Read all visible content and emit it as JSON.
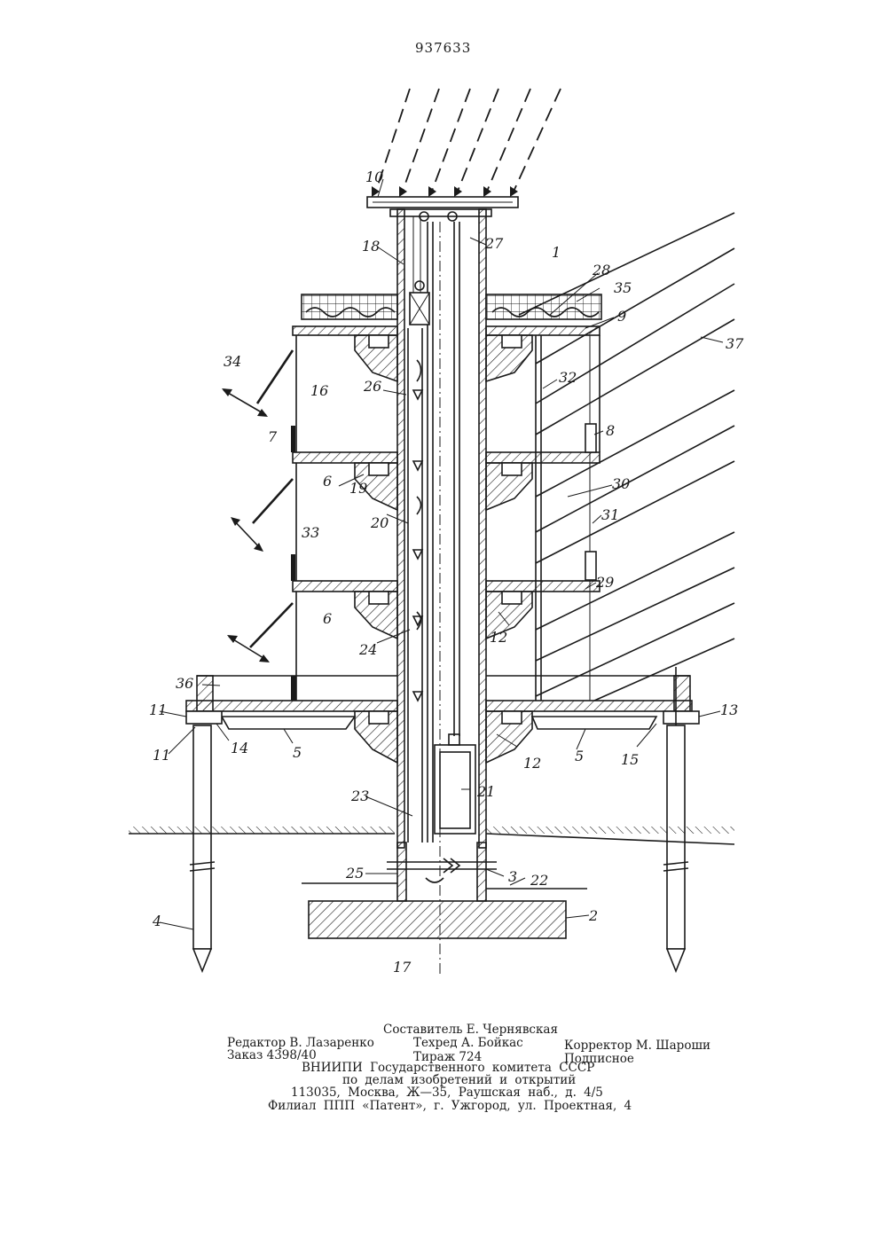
{
  "patent_number": "937633",
  "figure_labels": [
    "1",
    "2",
    "3",
    "4",
    "5",
    "5",
    "6",
    "6",
    "7",
    "8",
    "9",
    "10",
    "11",
    "11",
    "12",
    "12",
    "13",
    "14",
    "15",
    "16",
    "17",
    "18",
    "19",
    "20",
    "21",
    "22",
    "23",
    "24",
    "25",
    "26",
    "27",
    "28",
    "29",
    "30",
    "31",
    "32",
    "33",
    "34",
    "35",
    "36",
    "37"
  ],
  "footer": {
    "compiler": "Составитель Е. Чернявская",
    "editor": "Редактор В. Лазаренко",
    "techred": "Техред А. Бойкас",
    "corrector": "Корректор М. Шароши",
    "order": "Заказ 4398/40",
    "circulation": "Тираж 724",
    "subscription": "Подписное",
    "org_line1": "ВНИИПИ Государственного комитета СССР",
    "org_line2": "по делам изобретений и открытий",
    "address": "113035, Москва, Ж—35, Раушская наб., д. 4/5",
    "branch": "Филиал ППП «Патент», г. Ужгород, ул. Проектная, 4"
  }
}
